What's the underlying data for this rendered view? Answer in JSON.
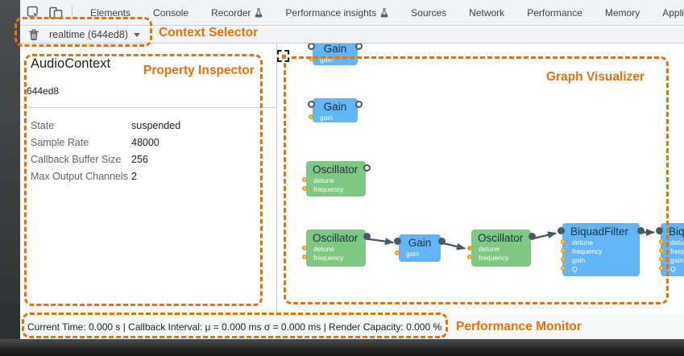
{
  "annotation_color": "#e8710a",
  "tabs": {
    "items": [
      {
        "label": "Elements"
      },
      {
        "label": "Console"
      },
      {
        "label": "Recorder"
      },
      {
        "label": "Performance insights"
      },
      {
        "label": "Sources"
      },
      {
        "label": "Network"
      },
      {
        "label": "Performance"
      },
      {
        "label": "Memory"
      },
      {
        "label": "Application"
      }
    ]
  },
  "context_toolbar": {
    "context_label": "realtime (644ed8)"
  },
  "annotations": {
    "context_selector": "Context Selector",
    "property_inspector": "Property Inspector",
    "graph_visualizer": "Graph Visualizer",
    "performance_monitor": "Performance Monitor"
  },
  "property_inspector": {
    "title": "AudioContext",
    "context_id": "644ed8",
    "rows": [
      {
        "label": "State",
        "value": "suspended"
      },
      {
        "label": "Sample Rate",
        "value": "48000"
      },
      {
        "label": "Callback Buffer Size",
        "value": "256"
      },
      {
        "label": "Max Output Channels",
        "value": "2"
      }
    ]
  },
  "graph": {
    "node_colors": {
      "gain": "#64b5f6",
      "oscillator": "#81c784",
      "biquadfilter": "#64b5f6"
    },
    "nodes": [
      {
        "label": "Gain",
        "params": [
          "gain"
        ]
      },
      {
        "label": "Gain",
        "params": [
          "gain"
        ]
      },
      {
        "label": "Oscillator",
        "params": [
          "detune",
          "frequency"
        ]
      },
      {
        "label": "Oscillator",
        "params": [
          "detune",
          "frequency"
        ]
      },
      {
        "label": "Gain",
        "params": [
          "gain"
        ]
      },
      {
        "label": "Oscillator",
        "params": [
          "detune",
          "frequency"
        ]
      },
      {
        "label": "BiquadFilter",
        "params": [
          "detune",
          "frequency",
          "gain",
          "Q"
        ]
      },
      {
        "label": "BiquadFilter",
        "params": [
          "detune",
          "frequency",
          "gain",
          "Q"
        ]
      }
    ]
  },
  "status_bar": {
    "text": "Current Time: 0.000 s | Callback Interval: μ = 0.000 ms σ = 0.000 ms | Render Capacity: 0.000 %"
  }
}
